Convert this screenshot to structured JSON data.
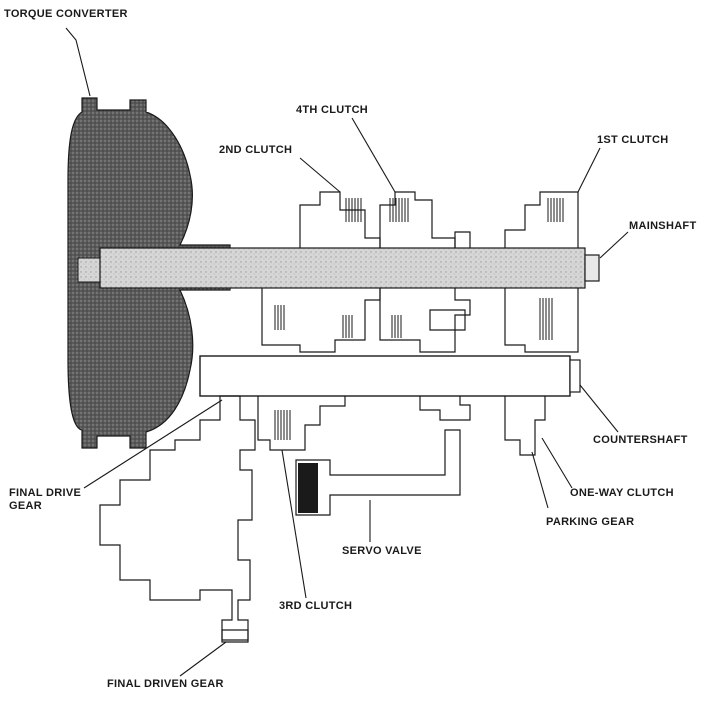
{
  "diagram": {
    "labels": {
      "torque_converter": "TORQUE CONVERTER",
      "fourth_clutch": "4TH CLUTCH",
      "second_clutch": "2ND CLUTCH",
      "first_clutch": "1ST CLUTCH",
      "mainshaft": "MAINSHAFT",
      "countershaft": "COUNTERSHAFT",
      "final_drive_gear_line1": "FINAL DRIVE",
      "final_drive_gear_line2": "GEAR",
      "one_way_clutch": "ONE-WAY CLUTCH",
      "parking_gear": "PARKING GEAR",
      "servo_valve": "SERVO VALVE",
      "third_clutch": "3RD CLUTCH",
      "final_driven_gear": "FINAL DRIVEN GEAR"
    },
    "colors": {
      "ink": "#1a1a1a",
      "shade_dark": "#4a4a4a",
      "shade_mid": "#8a8a8a",
      "shade_light": "#c8c8c8",
      "paper": "#ffffff"
    }
  }
}
